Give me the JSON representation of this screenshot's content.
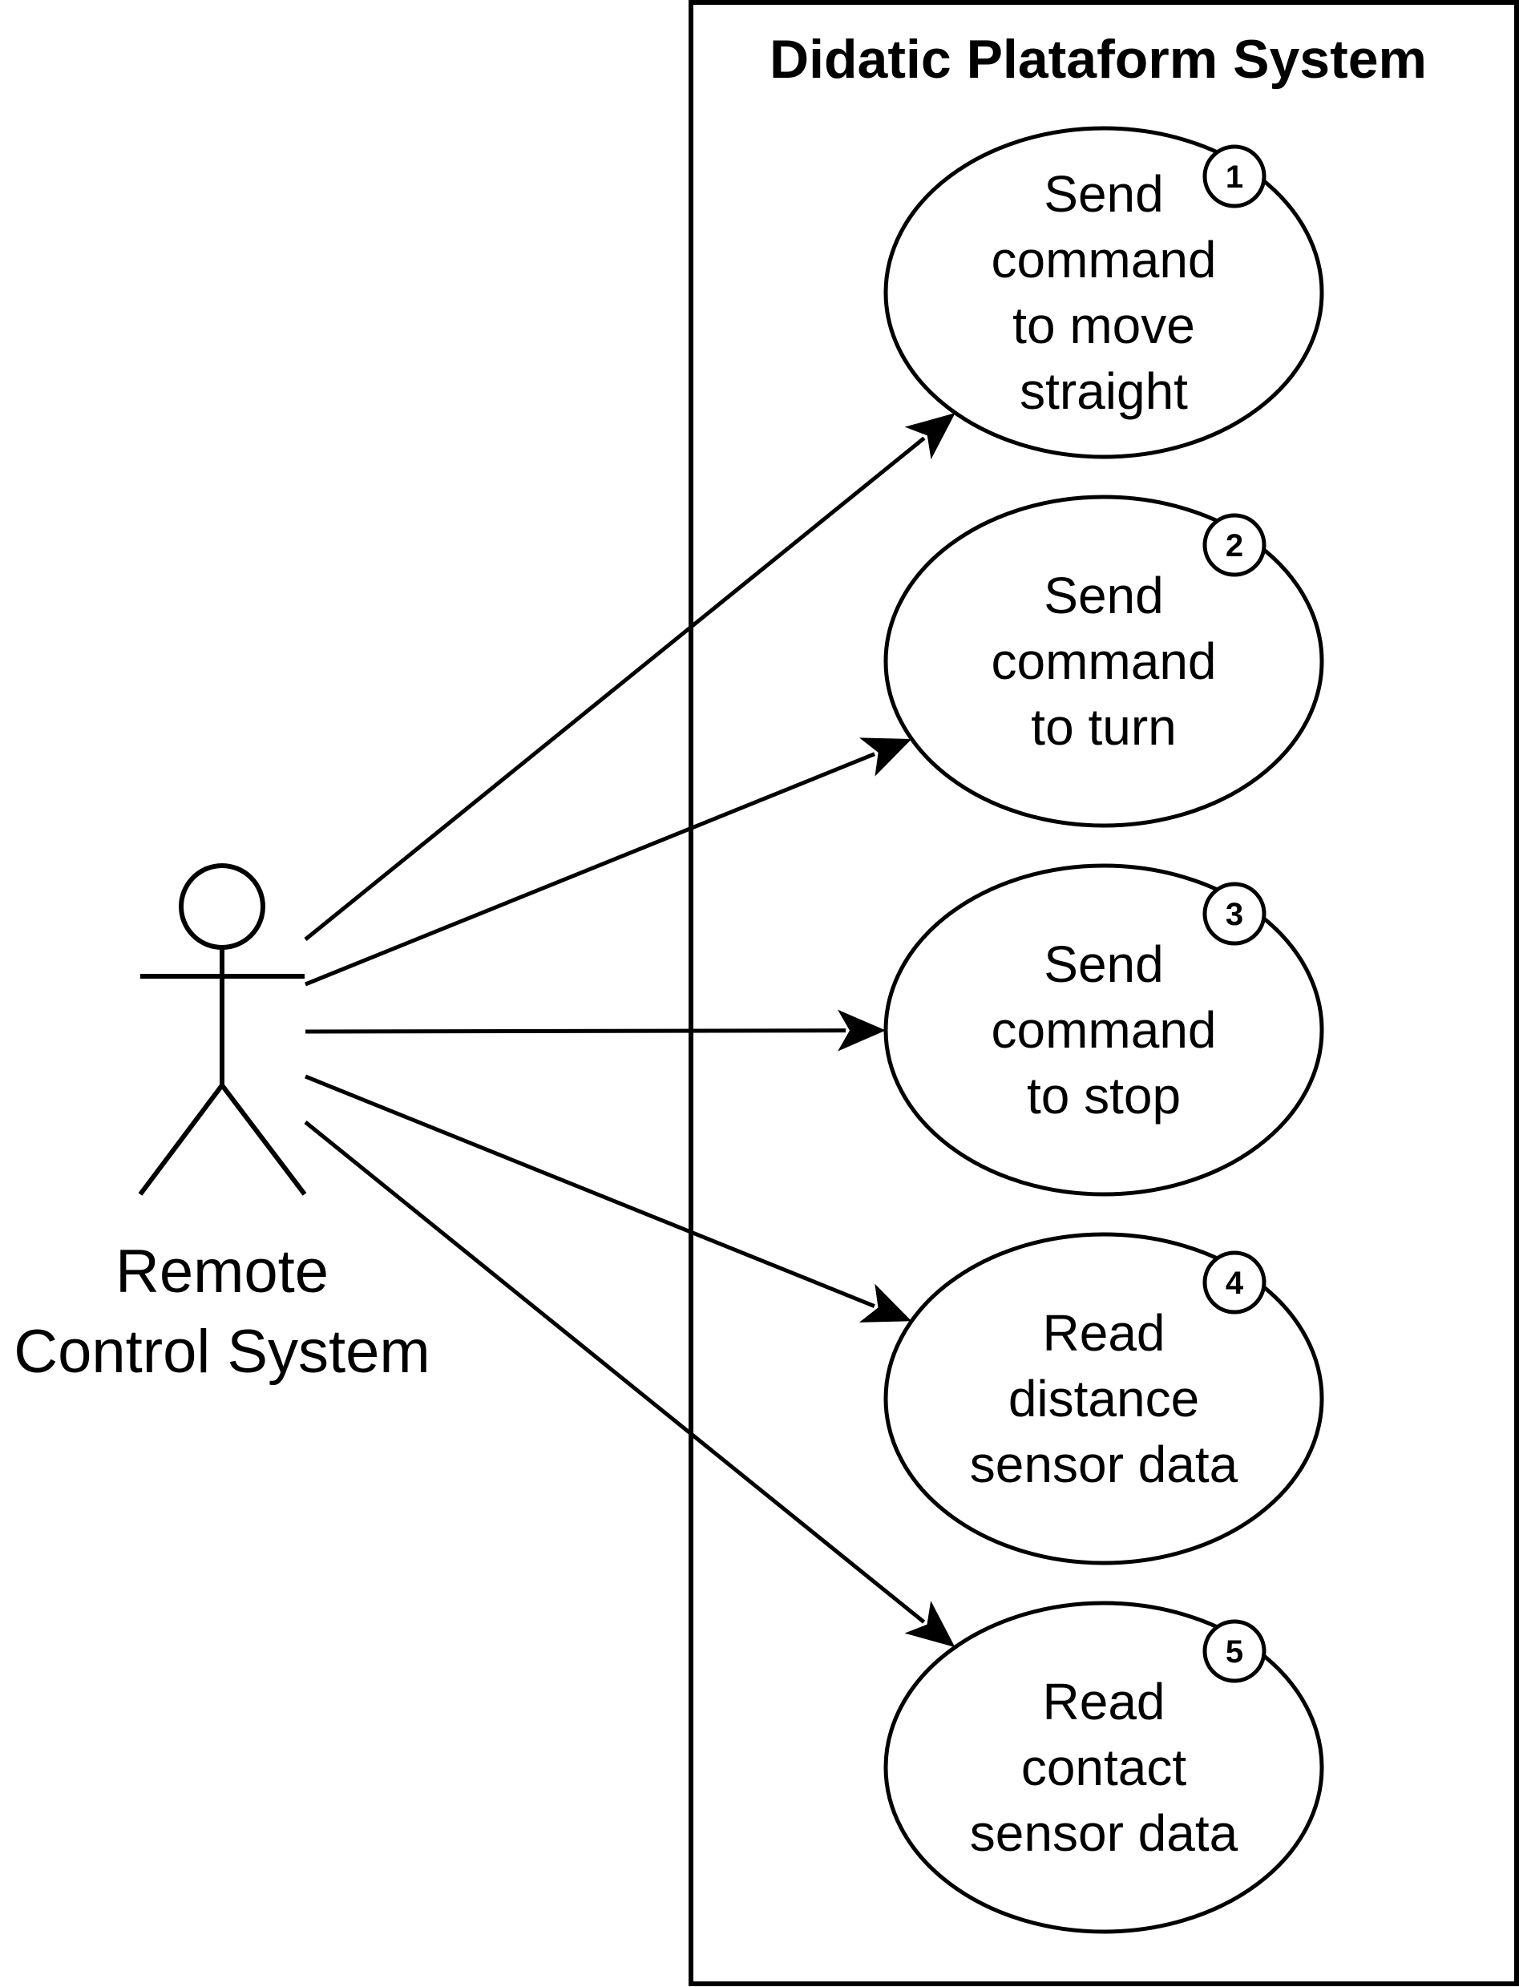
{
  "system": {
    "title": "Didatic Plataform System"
  },
  "actor": {
    "label_lines": [
      "Remote",
      "Control System"
    ]
  },
  "use_cases": [
    {
      "number": "1",
      "lines": [
        "Send",
        "command",
        "to move",
        "straight"
      ]
    },
    {
      "number": "2",
      "lines": [
        "Send",
        "command",
        "to turn"
      ]
    },
    {
      "number": "3",
      "lines": [
        "Send",
        "command",
        "to stop"
      ]
    },
    {
      "number": "4",
      "lines": [
        "Read",
        "distance",
        "sensor data"
      ]
    },
    {
      "number": "5",
      "lines": [
        "Read",
        "contact",
        "sensor data"
      ]
    }
  ]
}
